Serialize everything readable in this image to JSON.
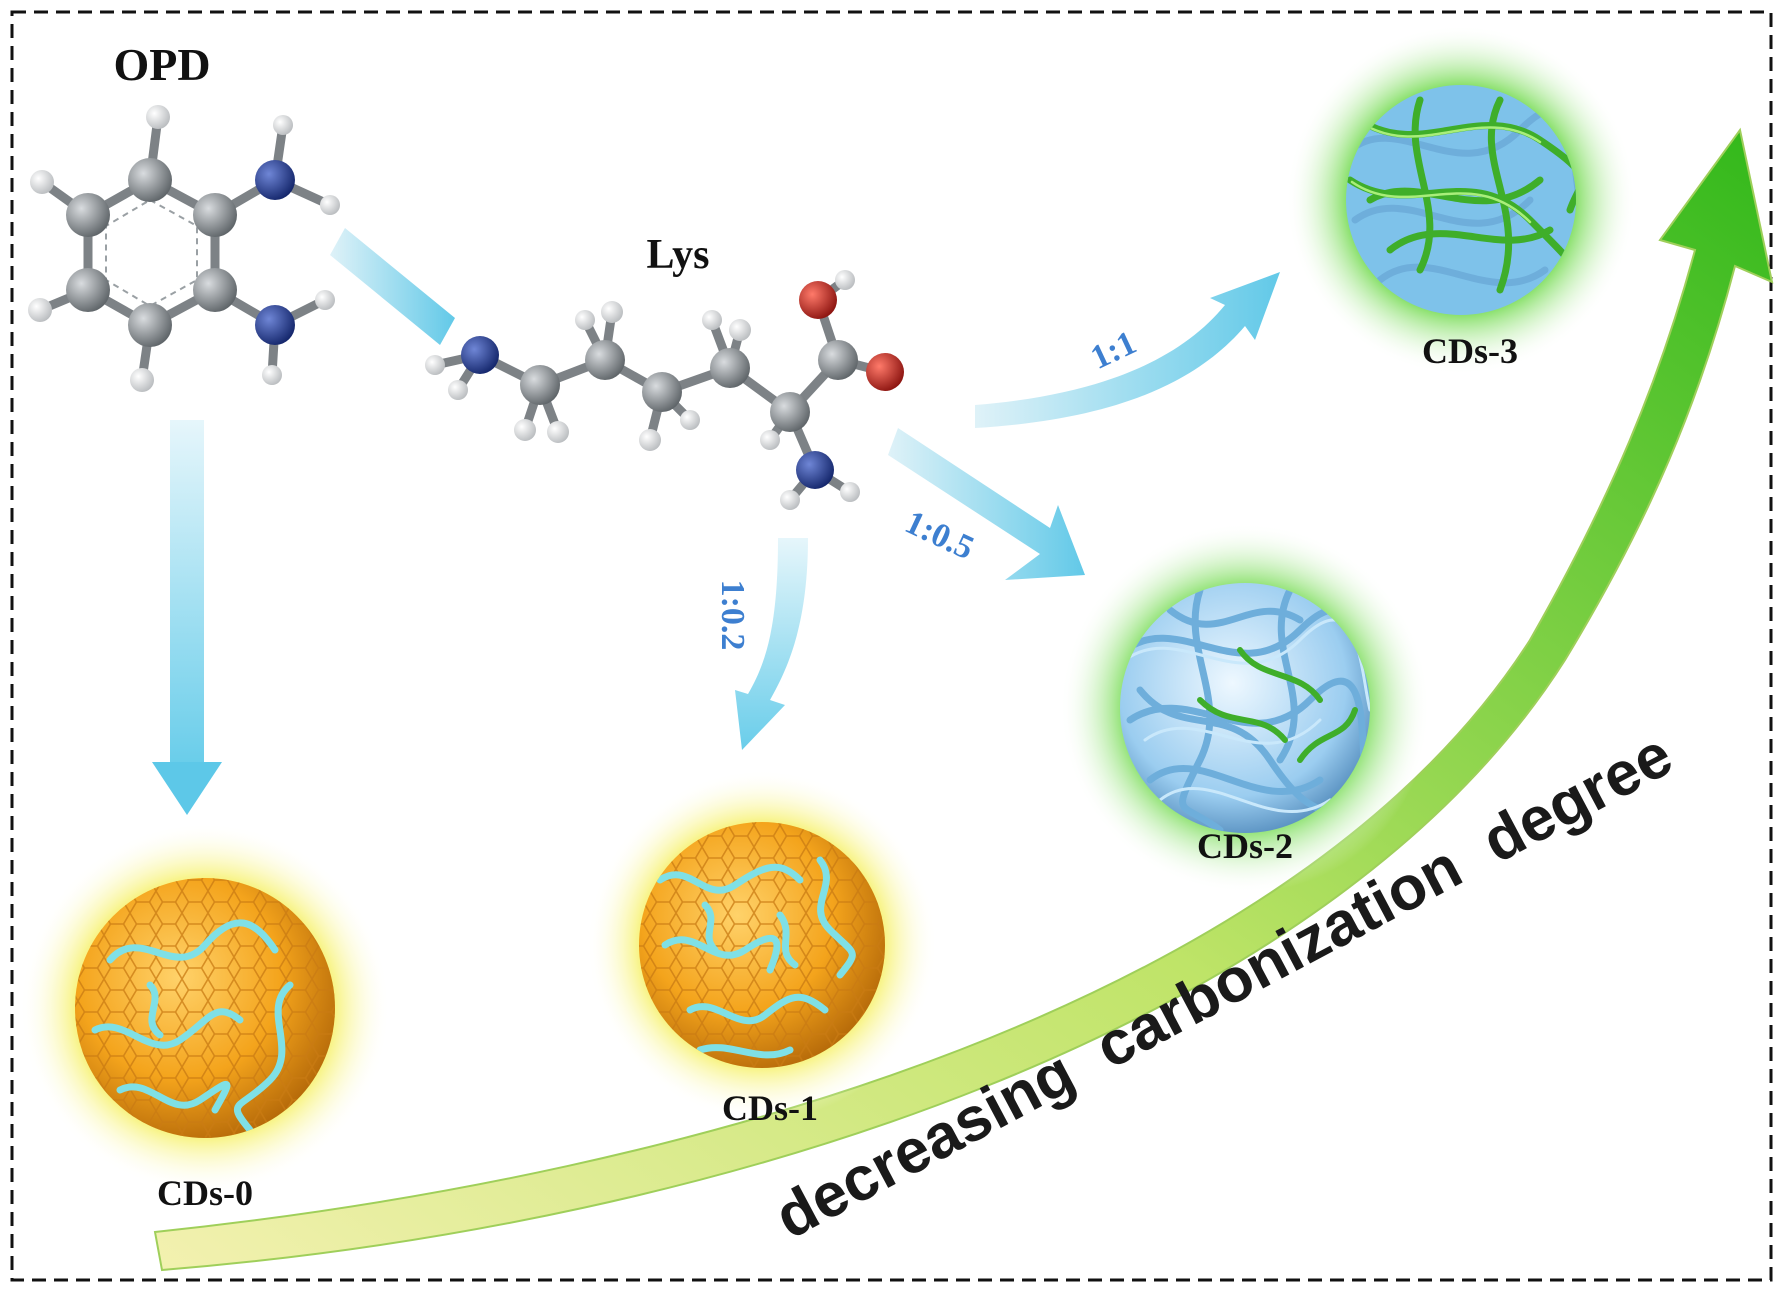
{
  "molecules": {
    "opd_label": "OPD",
    "lys_label": "Lys"
  },
  "ratios": {
    "r1": "1:0.2",
    "r2": "1:0.5",
    "r3": "1:1"
  },
  "products": {
    "cds0": "CDs-0",
    "cds1": "CDs-1",
    "cds2": "CDs-2",
    "cds3": "CDs-3"
  },
  "trend_label": "decreasing carbonization degree",
  "colors": {
    "frame": "#111111",
    "flow_arrow": "#7fd3ea",
    "ratio_text": "#3d7fd0",
    "trend_start": "#f2f0a0",
    "trend_end": "#3cc21c",
    "core_orange": "#f4a41c",
    "halo_yellow": "#f7f26a",
    "halo_green": "#5fd63a",
    "fiber_blue": "#8ec9ee",
    "fiber_green": "#3fae2a",
    "atom_carbon": "#8a8f93",
    "atom_nitrogen": "#1f3a8a",
    "atom_oxygen": "#c0261c",
    "atom_hydrogen": "#e6e6e6"
  }
}
